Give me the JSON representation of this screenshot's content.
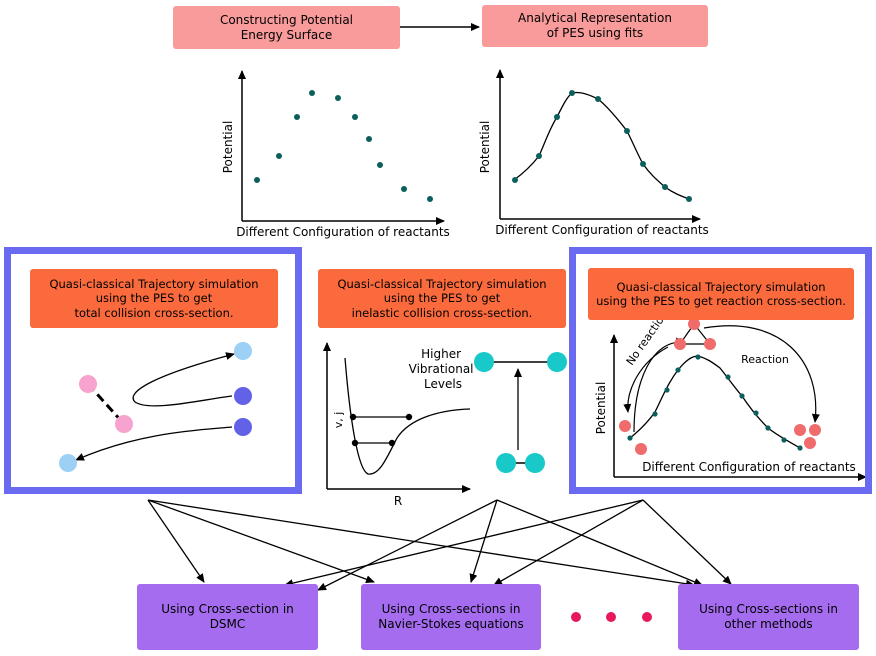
{
  "top": {
    "pes_box": "Constructing Potential\nEnergy Surface",
    "fit_box": "Analytical Representation\nof PES using fits"
  },
  "plot_left": {
    "ylabel": "Potential",
    "xlabel": "Different Configuration of reactants"
  },
  "plot_right": {
    "ylabel": "Potential",
    "xlabel": "Different Configuration of reactants"
  },
  "qct": {
    "total": "Quasi-classical Trajectory simulation\nusing the PES to get\ntotal collision cross-section.",
    "inelastic": "Quasi-classical Trajectory simulation\nusing the PES to get\ninelastic collision cross-section.",
    "reaction": "Quasi-classical Trajectory simulation\nusing the PES to get reaction cross-section."
  },
  "inelastic_panel": {
    "levels_label": "Higher\nVibrational\nLevels",
    "xlabel": "R",
    "ylabel": "v, j"
  },
  "reaction_panel": {
    "no_reaction": "No reaction",
    "reaction": "Reaction",
    "ylabel": "Potential",
    "xlabel": "Different Configuration of reactants"
  },
  "bottom": {
    "dsmc": "Using Cross-section in\nDSMC",
    "navier": "Using Cross-sections in\nNavier-Stokes equations",
    "other": "Using Cross-sections in\nother methods"
  },
  "colors": {
    "pink_box": "#f99b9b",
    "orange_box": "#fa6a3c",
    "purple_box": "#a56cf0",
    "frame": "#6a6af0",
    "teal_dot": "#0c5f5c",
    "cyan_atom": "#19c9c9",
    "salmon_atom": "#f06b6b",
    "pink_atom": "#f7a3cf",
    "lightblue_atom": "#9dd0f5",
    "blue_atom": "#6262e8",
    "ellipsis_dot": "#e8195a"
  }
}
